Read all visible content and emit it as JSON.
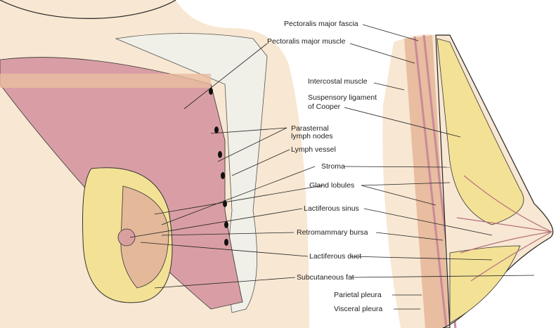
{
  "labels": {
    "pectoralis_fascia": "Pectoralis major fascia",
    "pectoralis_muscle": "Pectoralis major muscle",
    "intercostal": "Intercostal muscle",
    "cooper_1": "Suspensory ligament",
    "cooper_2": "of Cooper",
    "parasternal_1": "Parasternal",
    "parasternal_2": "lymph nodes",
    "lymph_vessel": "Lymph vessel",
    "stroma": "Stroma",
    "gland_lobules": "Gland lobules",
    "lactiferous_sinus": "Lactiferous sinus",
    "retromammary": "Retromammary bursa",
    "lactiferous_duct": "Lactiferous duct",
    "subcutaneous_fat": "Subcutaneous fat",
    "parietal_pleura": "Parietal pleura",
    "visceral_pleura": "Visceral pleura"
  },
  "colors": {
    "skin": "#f8e7d2",
    "muscle": "#d99ea5",
    "fat": "#f3e196",
    "bone": "#f0efe8",
    "tissue": "#e3b99a"
  }
}
